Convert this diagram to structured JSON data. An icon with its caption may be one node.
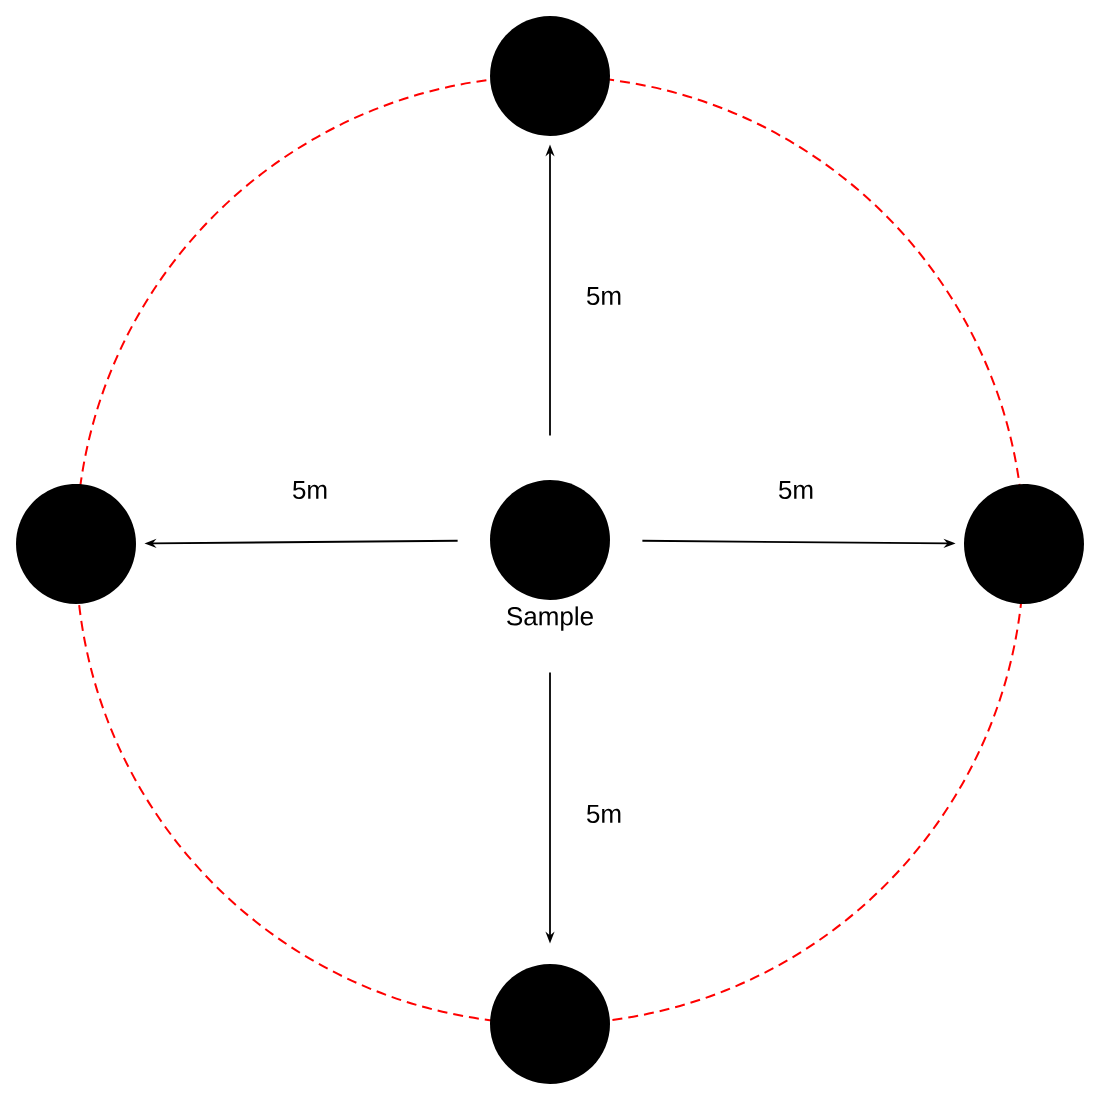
{
  "diagram": {
    "nodes": [
      {
        "text": [
          "Sample"
        ]
      },
      {
        "text": [],
        "shape": "circle"
      },
      {
        "text": [],
        "shape": "circle"
      },
      {
        "text": [],
        "shape": "circle"
      },
      {
        "text": [],
        "shape": "circle"
      }
    ],
    "edges": [
      {
        "from": 0,
        "to": 1,
        "arrow": "to",
        "label": "5m"
      },
      {
        "from": 0,
        "to": 2,
        "arrow": "to",
        "label": "5m"
      },
      {
        "from": 0,
        "to": 3,
        "arrow": "to",
        "label": "5m"
      },
      {
        "from": 0,
        "to": 4,
        "arrow": "to",
        "label": "5m"
      }
    ]
  }
}
